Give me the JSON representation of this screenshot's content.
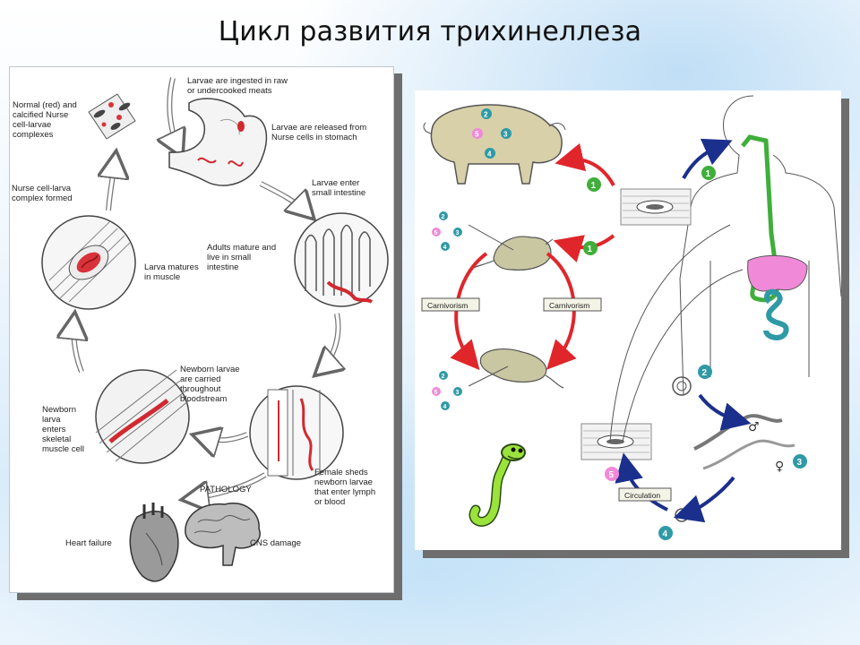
{
  "title": "Цикл развития трихинеллеза",
  "left_diagram": {
    "labels": {
      "ingested": [
        "Larvae are ingested in raw",
        "or undercooked meats"
      ],
      "released": [
        "Larvae are released from",
        "Nurse cells in stomach"
      ],
      "enter_intestine": [
        "Larvae enter",
        "small intestine"
      ],
      "adults_mature": [
        "Adults mature and",
        "live in small",
        "intestine"
      ],
      "female_sheds": [
        "Female sheds",
        "newborn larvae",
        "that enter lymph",
        "or blood"
      ],
      "newborn_carried": [
        "Newborn larvae",
        "are carried",
        "throughout",
        "bloodstream"
      ],
      "newborn_enters": [
        "Newborn",
        "larva",
        "enters",
        "skeletal",
        "muscle cell"
      ],
      "larva_matures": [
        "Larva matures",
        "in muscle"
      ],
      "complex_formed": [
        "Nurse cell-larva",
        "complex formed"
      ],
      "normal_calcified": [
        "Normal (red) and",
        "calcified Nurse",
        "cell-larvae",
        "complexes"
      ],
      "pathology": "PATHOLOGY",
      "heart_failure": "Heart failure",
      "cns_damage": "CNS damage"
    }
  },
  "right_diagram": {
    "boxes": {
      "carnivorism_left": "Carnivorism",
      "carnivorism_right": "Carnivorism",
      "circulation": "Circulation"
    },
    "markers": {
      "one": "1",
      "two": "2",
      "three": "3",
      "four": "4",
      "five": "5",
      "female": "♀",
      "male": "♂"
    },
    "colors": {
      "teal": "#2f9aa6",
      "green": "#3fae3a",
      "red": "#e0262b",
      "navy": "#1b2f8c",
      "pink": "#f08ad8",
      "worm": "#9be33a"
    }
  }
}
